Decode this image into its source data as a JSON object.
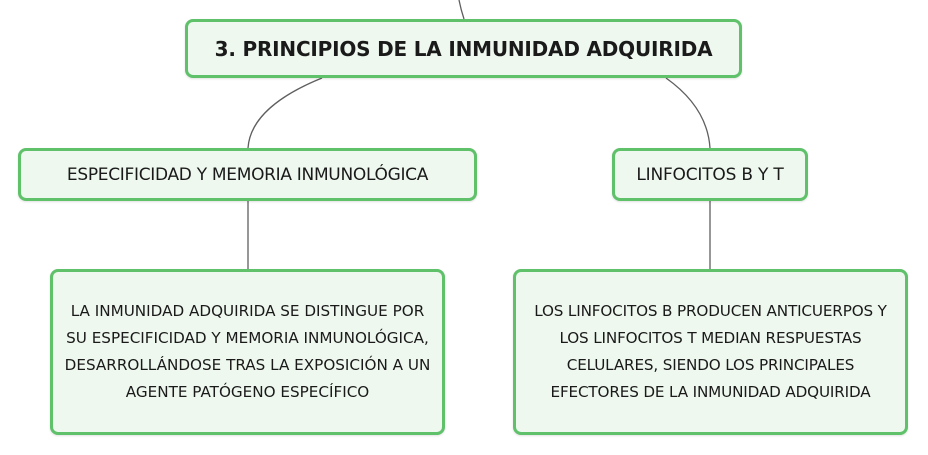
{
  "title": "3. PRINCIPIOS DE LA INMUNIDAD ADQUIRIDA",
  "branches": [
    {
      "label": "ESPECIFICIDAD Y MEMORIA INMUNOLÓGICA",
      "description": "LA INMUNIDAD ADQUIRIDA SE DISTINGUE POR SU ESPECIFICIDAD Y MEMORIA INMUNOLÓGICA, DESARROLLÁNDOSE TRAS LA EXPOSICIÓN A UN AGENTE PATÓGENO ESPECÍFICO"
    },
    {
      "label": "LINFOCITOS B Y T",
      "description": "LOS LINFOCITOS B PRODUCEN ANTICUERPOS Y LOS LINFOCITOS T MEDIAN RESPUESTAS CELULARES, SIENDO LOS PRINCIPALES EFECTORES DE LA INMUNIDAD ADQUIRIDA"
    }
  ],
  "colors": {
    "node_border": "#5fc16a",
    "node_fill": "#eef8ef",
    "connector": "#5f5f5f"
  }
}
